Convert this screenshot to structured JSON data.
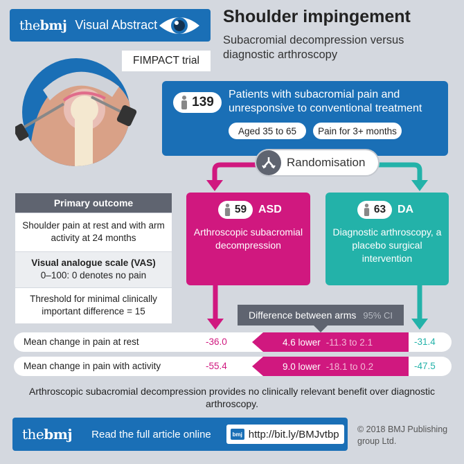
{
  "header": {
    "logo_prefix": "the",
    "logo_bold": "bmj",
    "label": "Visual Abstract",
    "icon": "eye-icon"
  },
  "title": "Shoulder impingement",
  "subtitle": "Subacromial decompression versus diagnostic arthroscopy",
  "trial": "FIMPACT trial",
  "patients": {
    "count": "139",
    "description": "Patients with subacromial pain and unresponsive to conventional treatment",
    "age": "Aged 35 to 65",
    "duration": "Pain for 3+ months"
  },
  "randomisation": "Randomisation",
  "arms": {
    "asd": {
      "count": "59",
      "label": "ASD",
      "description": "Arthroscopic subacromial decompression",
      "color": "#d0187f"
    },
    "da": {
      "count": "63",
      "label": "DA",
      "description": "Diagnostic arthroscopy, a placebo surgical intervention",
      "color": "#23b2a9"
    }
  },
  "primary_outcome": {
    "heading": "Primary outcome",
    "row1": "Shoulder pain at rest and with arm activity at 24 months",
    "row2_bold": "Visual analogue scale (VAS)",
    "row2_rest": "0–100: 0 denotes no pain",
    "row3": "Threshold for minimal clinically important difference = 15"
  },
  "difference": {
    "heading": "Difference between arms",
    "ci_label": "95% CI"
  },
  "results": [
    {
      "label": "Mean change in pain at rest",
      "asd": "-36.0",
      "diff": "4.6 lower",
      "ci": "-11.3 to 2.1",
      "da": "-31.4"
    },
    {
      "label": "Mean change in pain with activity",
      "asd": "-55.4",
      "diff": "9.0 lower",
      "ci": "-18.1 to 0.2",
      "da": "-47.5"
    }
  ],
  "conclusion": "Arthroscopic subacromial decompression provides no clinically relevant benefit over diagnostic arthroscopy.",
  "footer": {
    "logo_prefix": "the",
    "logo_bold": "bmj",
    "read": "Read the full article online",
    "mini_logo": "bmj",
    "link": "http://bit.ly/BMJvtbp",
    "copyright": "© 2018 BMJ Publishing group Ltd."
  },
  "colors": {
    "blue": "#1a6fb6",
    "magenta": "#d0187f",
    "teal": "#23b2a9",
    "grey": "#5f6470"
  }
}
